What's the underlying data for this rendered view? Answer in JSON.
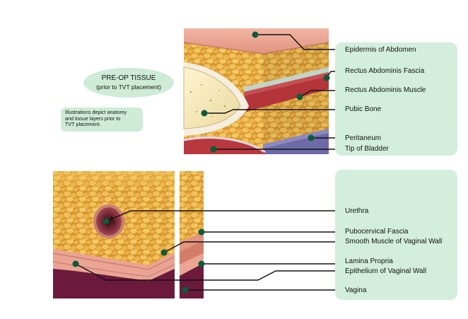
{
  "title": {
    "line1": "PRE-OP TISSUE",
    "line2": "(prior to TVT placement)"
  },
  "note": {
    "line1": "Illustrations depict anatomy",
    "line2": "and tissue layers prior to",
    "line3": "TVT placement."
  },
  "top_labels": [
    "Epidermis of Abdomen",
    "Rectus Abdominis Fascia",
    "Rectus Abdominis Muscle",
    "Pubic Bone",
    "Peritaneum",
    "Tip of Bladder"
  ],
  "bottom_labels": [
    "Urethra",
    "Pubocervical Fascia",
    "Smooth Muscle of Vaginal Wall",
    "Lamina Propria",
    "Epithelium of Vaginal Wall",
    "Vagina"
  ],
  "colors": {
    "panel_green": "#d3eedc",
    "fat_yellow": "#e8b24a",
    "skin_pink": "#e9a493",
    "muscle_red": "#b3343a",
    "peritoneum_purple": "#6e6aa8",
    "vagina_maroon": "#6b1a3c"
  }
}
